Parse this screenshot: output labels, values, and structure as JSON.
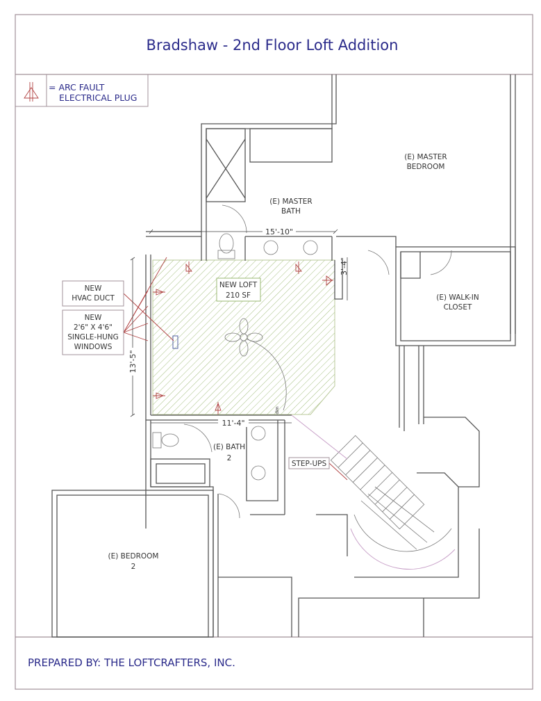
{
  "title": "Bradshaw - 2nd Floor Loft Addition",
  "legend": {
    "symbol": "arc-fault-plug-icon",
    "line1": "= ARC FAULT",
    "line2": "ELECTRICAL PLUG"
  },
  "rooms": {
    "master_bedroom": [
      "(E) MASTER",
      "BEDROOM"
    ],
    "master_bath": [
      "(E) MASTER",
      "BATH"
    ],
    "walk_in_closet": [
      "(E) WALK-IN",
      "CLOSET"
    ],
    "new_loft": [
      "NEW LOFT",
      "210 SF"
    ],
    "bath2": [
      "(E) BATH",
      "2"
    ],
    "bedroom2": [
      "(E) BEDROOM",
      "2"
    ]
  },
  "notes": {
    "hvac": [
      "NEW",
      "HVAC DUCT"
    ],
    "windows": [
      "NEW",
      "2'6\" X 4'6\"",
      "SINGLE-HUNG",
      "WINDOWS"
    ],
    "step_ups": "STEP-UPS",
    "dim_tag": "dim"
  },
  "dimensions": {
    "top": "15'-10\"",
    "left": "13'-5\"",
    "bottom": "11'-4\"",
    "right": "3'-4\""
  },
  "footer": "PREPARED BY: THE LOFTCRAFTERS, INC.",
  "colors": {
    "text": "#2a2a8a",
    "hatch": "#9ab870",
    "plug": "#b04040",
    "wall": "#555555"
  }
}
